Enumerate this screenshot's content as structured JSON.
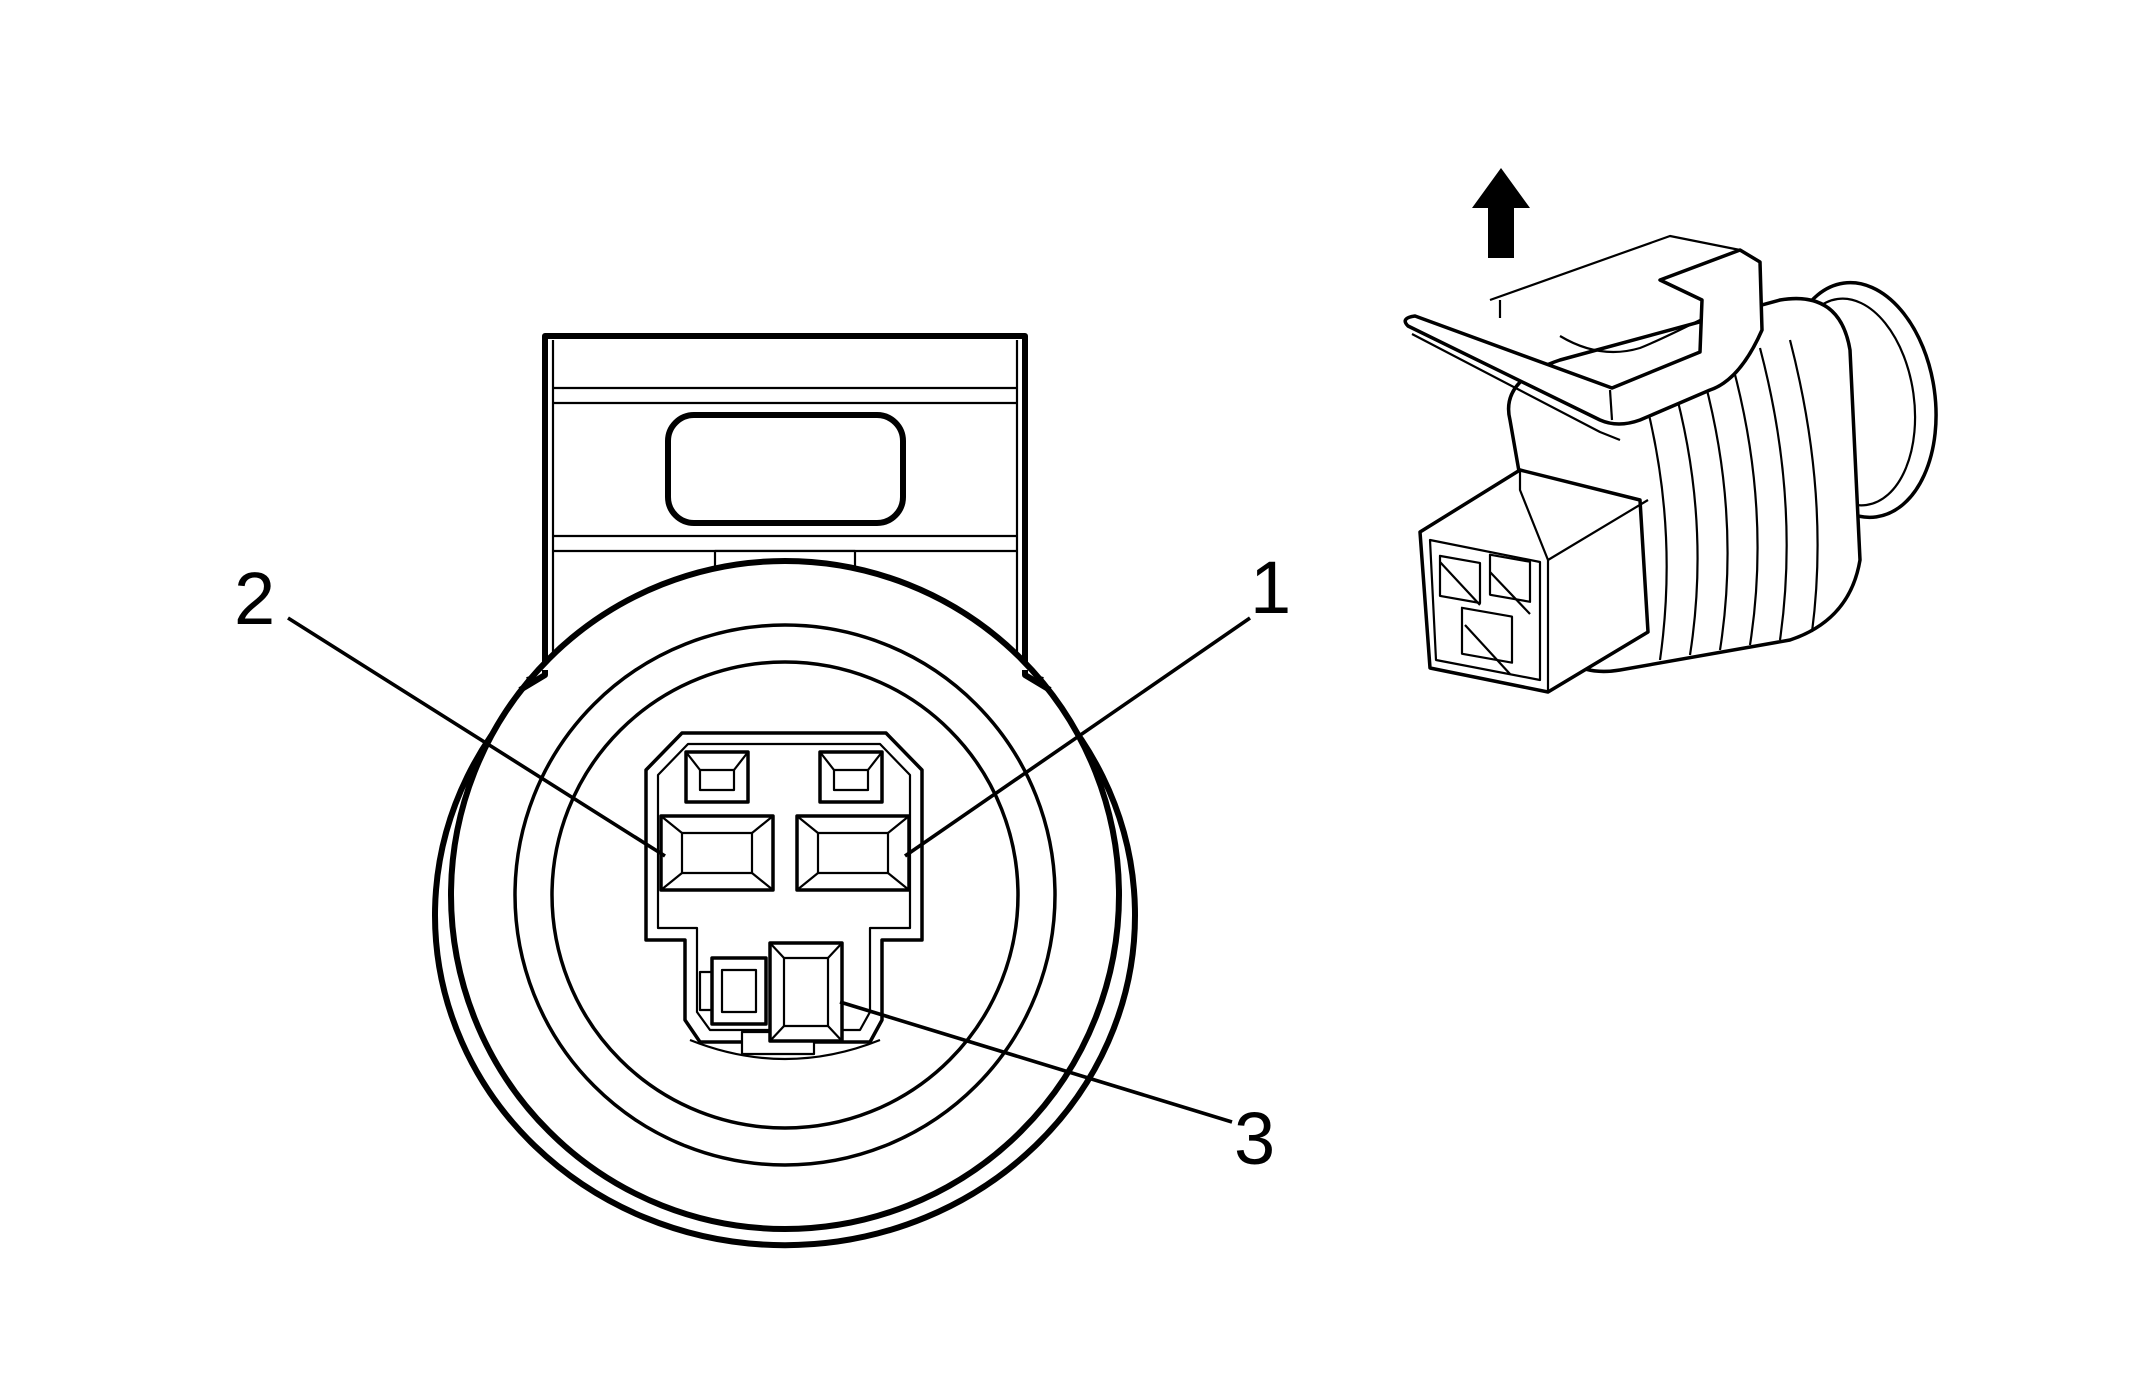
{
  "diagram": {
    "colors": {
      "line": "#000000",
      "background": "#ffffff"
    },
    "connector_face_view": {
      "pins": [
        {
          "label": "1"
        },
        {
          "label": "2"
        },
        {
          "label": "3"
        }
      ]
    },
    "orientation_arrow": {
      "icon": "arrow-up-icon"
    },
    "connector_iso_view": {
      "icon": "connector-3d-icon"
    }
  }
}
